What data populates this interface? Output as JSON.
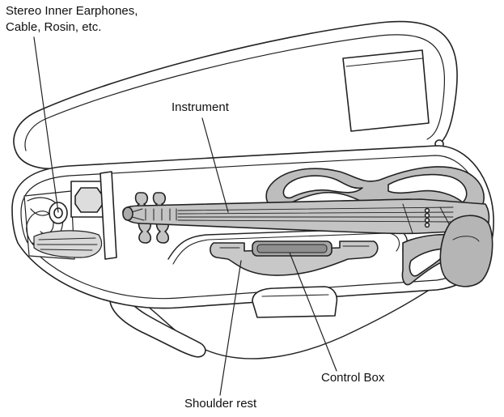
{
  "labels": {
    "accessories_line1": "Stereo Inner Earphones,",
    "accessories_line2": "Cable, Rosin, etc.",
    "instrument": "Instrument",
    "control_box": "Control Box",
    "shoulder_rest": "Shoulder rest"
  },
  "colors": {
    "outline": "#222222",
    "case_fill": "#ffffff",
    "instrument_fill": "#b9b9b9",
    "dark_fill": "#8e8e8e",
    "background": "#ffffff"
  }
}
